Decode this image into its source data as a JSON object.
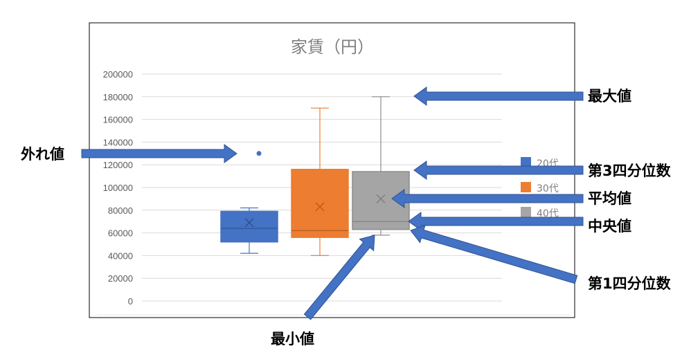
{
  "chart_data": {
    "type": "box",
    "title": "家賃（円）",
    "ylim": [
      0,
      200000
    ],
    "yticks": [
      0,
      20000,
      40000,
      60000,
      80000,
      100000,
      120000,
      140000,
      160000,
      180000,
      200000
    ],
    "grid": true,
    "legend_position": "right",
    "series": [
      {
        "name": "20代",
        "color": "#4472c4",
        "min": 42000,
        "q1": 52000,
        "median": 64000,
        "mean": 69000,
        "q3": 79000,
        "max": 82000,
        "outliers": [
          130000
        ]
      },
      {
        "name": "30代",
        "color": "#ed7d31",
        "min": 40000,
        "q1": 56000,
        "median": 62000,
        "mean": 83000,
        "q3": 116000,
        "max": 170000,
        "outliers": []
      },
      {
        "name": "40代",
        "color": "#a5a5a5",
        "min": 58000,
        "q1": 63000,
        "median": 70000,
        "mean": 90000,
        "q3": 114000,
        "max": 180000,
        "outliers": []
      }
    ]
  },
  "annotations": {
    "max_label": "最大値",
    "q3_label": "第3四分位数",
    "mean_label": "平均値",
    "median_label": "中央値",
    "q1_label": "第1四分位数",
    "min_label": "最小値",
    "outlier_label": "外れ値"
  },
  "colors": {
    "arrow_fill": "#4472c4",
    "arrow_stroke": "#2f528f",
    "grid": "#d9d9d9",
    "chart_border": "#000000"
  }
}
